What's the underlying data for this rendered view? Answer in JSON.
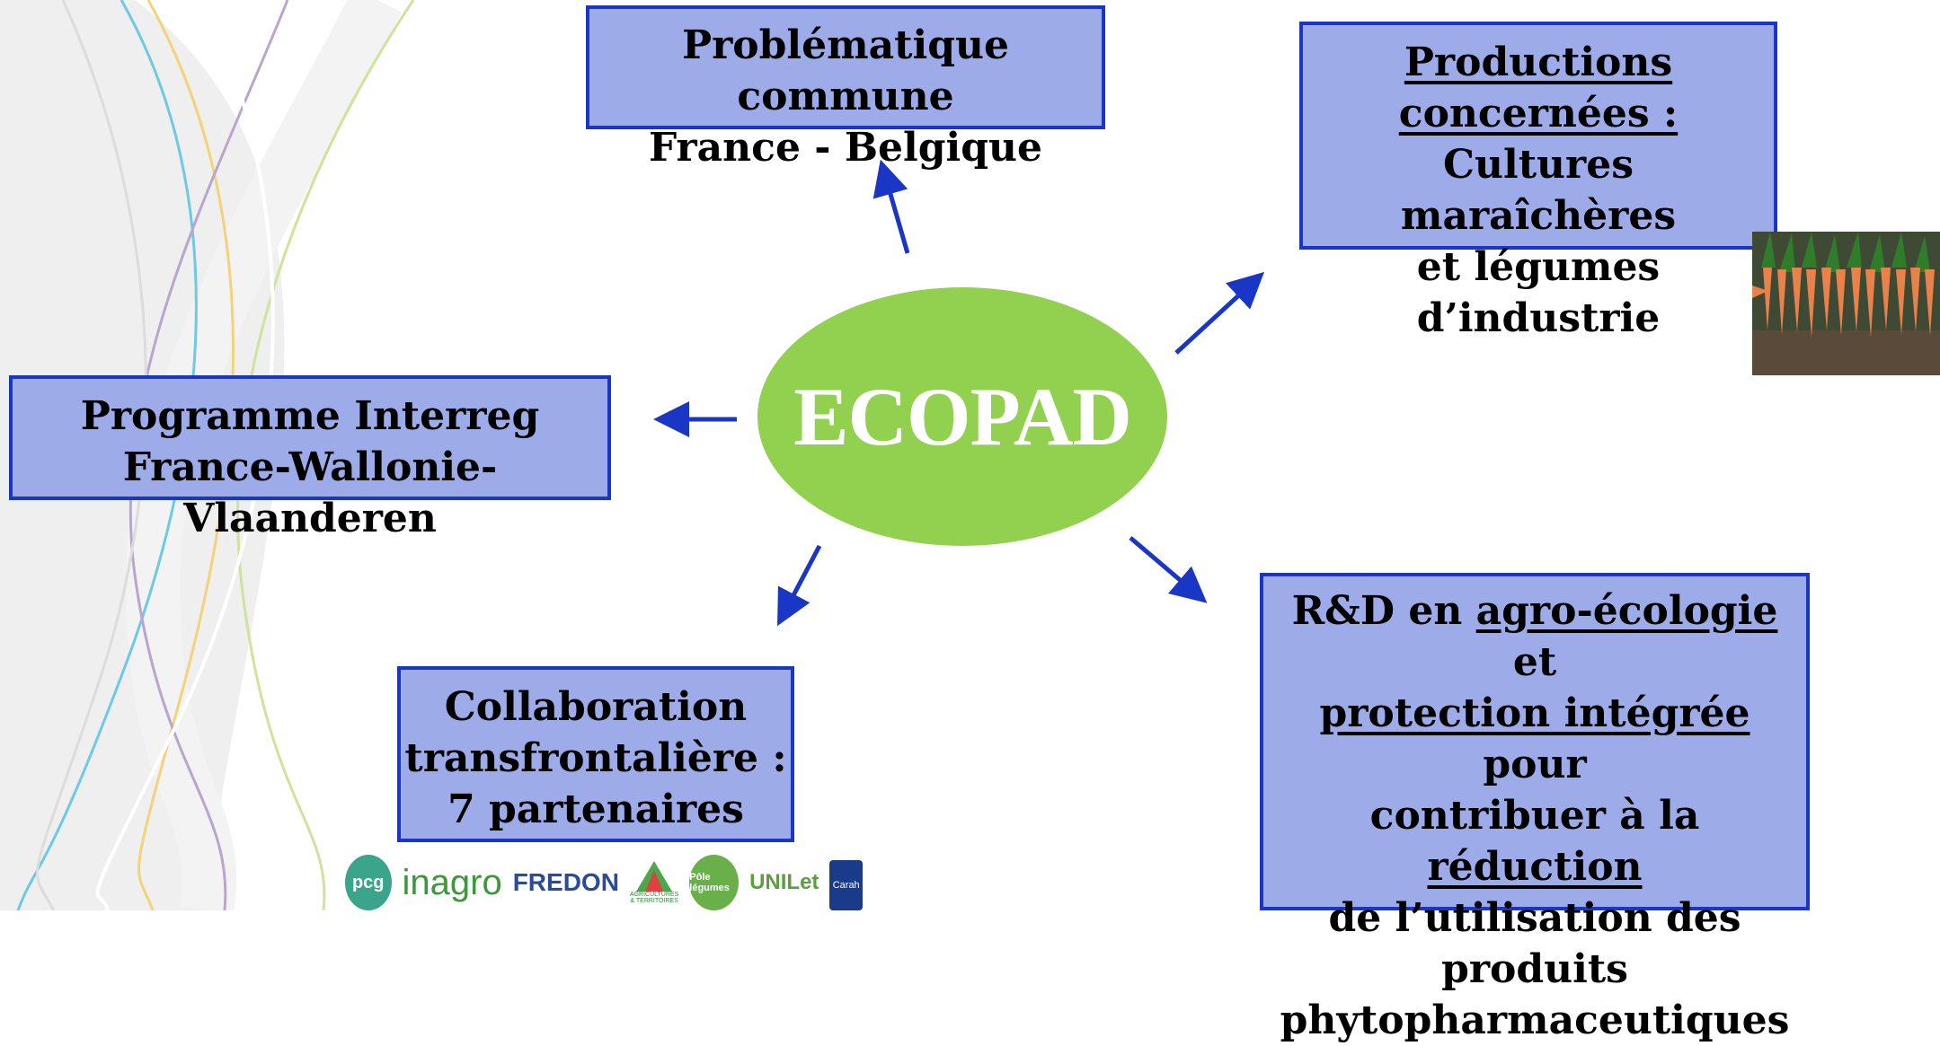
{
  "center": {
    "label": "ECOPAD",
    "color": "#92d050"
  },
  "boxes": {
    "top": {
      "lines": [
        "Problématique commune",
        "France - Belgique"
      ]
    },
    "top_right": {
      "lines": [
        "Productions",
        "concernées :",
        "Cultures maraîchères",
        "et légumes d’industrie"
      ]
    },
    "left": {
      "lines": [
        "Programme Interreg",
        "France-Wallonie-Vlaanderen"
      ]
    },
    "bottom_left": {
      "lines": [
        "Collaboration",
        "transfrontalière :",
        "7 partenaires"
      ]
    },
    "bottom_right": {
      "l1_a": "R&D en ",
      "l1_b": "agro-écologie",
      "l1_c": " et",
      "l2_a": "protection intégrée",
      "l2_b": " pour",
      "l3_a": "contribuer à la ",
      "l3_b": "réduction",
      "l4": "de l’utilisation des",
      "l5": "produits",
      "l6": "phytopharmaceutiques"
    }
  },
  "logos": {
    "pcg": "pcg",
    "inagro": "inagro",
    "fredon": "FREDON",
    "agricultures": "AGRICULTURES & TERRITOIRES",
    "pole_legumes": "Pôle légumes",
    "unilet": "UNILet",
    "carah": "Carah"
  },
  "colors": {
    "box_fill": "#9dace8",
    "box_border": "#1a36c4",
    "arrow": "#1a36c4"
  },
  "icons": [
    "carrot-photo",
    "decorative-curves"
  ]
}
